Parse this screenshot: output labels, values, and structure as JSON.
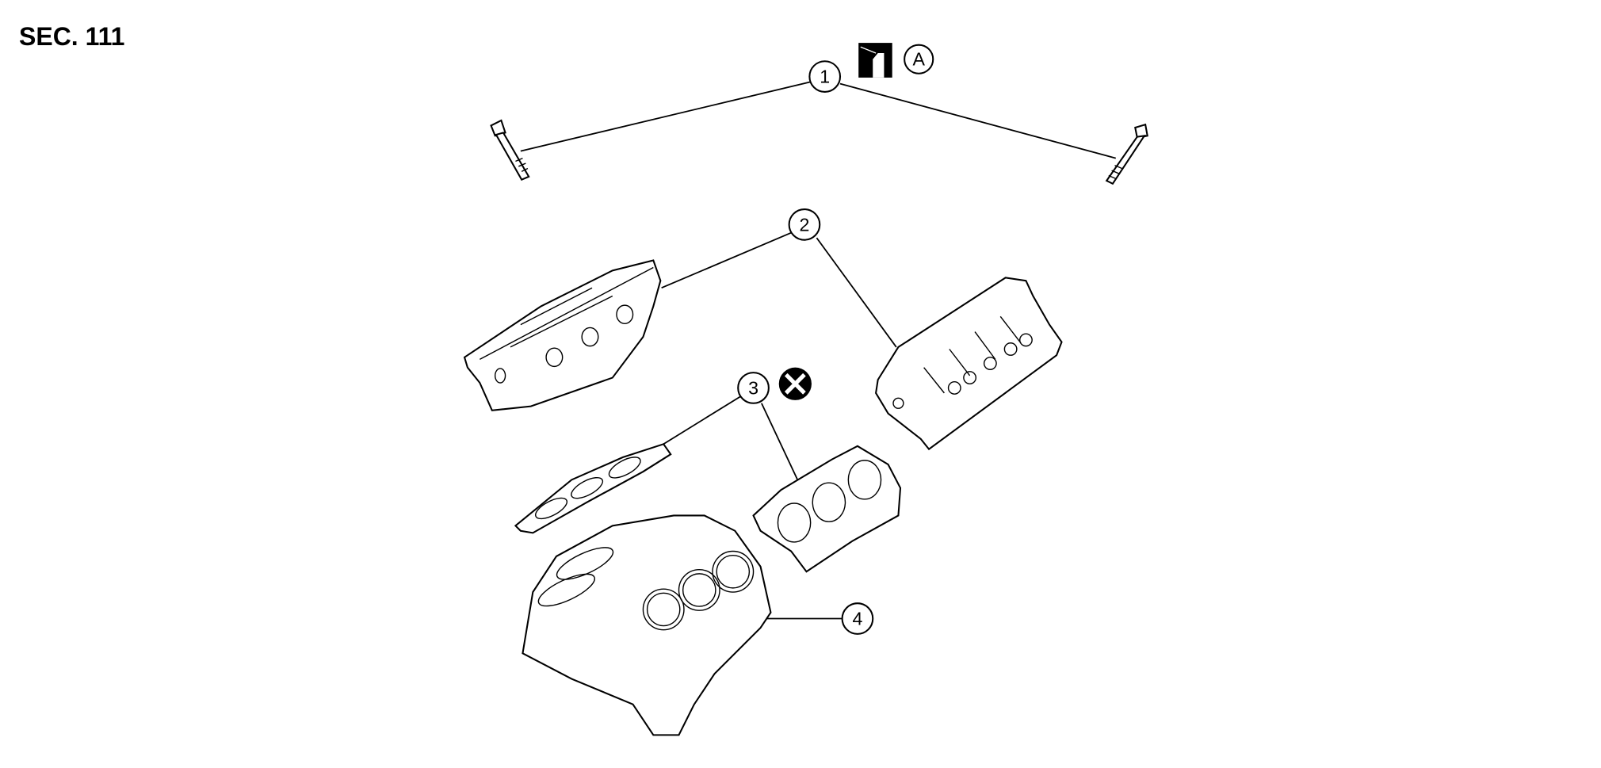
{
  "section_label": "SEC. 111",
  "callouts": [
    {
      "number": "1",
      "part": "bolt"
    },
    {
      "number": "2",
      "part": "cylinder-head"
    },
    {
      "number": "3",
      "part": "cylinder-head-gasket"
    },
    {
      "number": "4",
      "part": "cylinder-block"
    }
  ],
  "symbols": {
    "lubricate_letter": "A",
    "lubricate_icon": "oil-can-icon",
    "replace_icon": "do-not-reuse-icon"
  }
}
